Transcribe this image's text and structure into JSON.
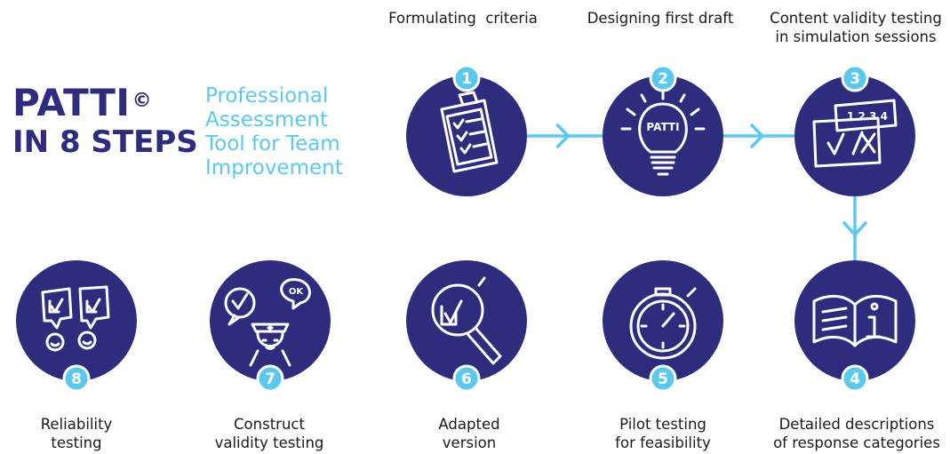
{
  "title": {
    "main": "PATTI",
    "copyright": "©",
    "line2": "IN 8 STEPS"
  },
  "subtitle": [
    "Professional",
    "Assessment",
    "Tool for Team",
    "Improvement"
  ],
  "colors": {
    "navy": "#2d2c7d",
    "cyan": "#5bc8ee",
    "text": "#1a1a1a"
  },
  "steps": [
    {
      "number": "1",
      "label_lines": [
        "Formulating  criteria"
      ],
      "icon": "clipboard-checklist-icon"
    },
    {
      "number": "2",
      "label_lines": [
        "Designing first draft"
      ],
      "icon": "lightbulb-icon",
      "icon_text": "PATTI"
    },
    {
      "number": "3",
      "label_lines": [
        "Content validity testing",
        "in simulation sessions"
      ],
      "icon": "score-cards-icon",
      "icon_text": "1 2 3 4"
    },
    {
      "number": "4",
      "label_lines": [
        "Detailed descriptions",
        "of response categories"
      ],
      "icon": "info-book-icon"
    },
    {
      "number": "5",
      "label_lines": [
        "Pilot testing",
        "for feasibility"
      ],
      "icon": "stopwatch-icon"
    },
    {
      "number": "6",
      "label_lines": [
        "Adapted",
        "version"
      ],
      "icon": "magnifier-check-icon"
    },
    {
      "number": "7",
      "label_lines": [
        "Construct",
        "validity testing"
      ],
      "icon": "nurse-feedback-icon",
      "icon_text": "OK"
    },
    {
      "number": "8",
      "label_lines": [
        "Reliability",
        "testing"
      ],
      "icon": "speech-bubbles-icon"
    }
  ]
}
